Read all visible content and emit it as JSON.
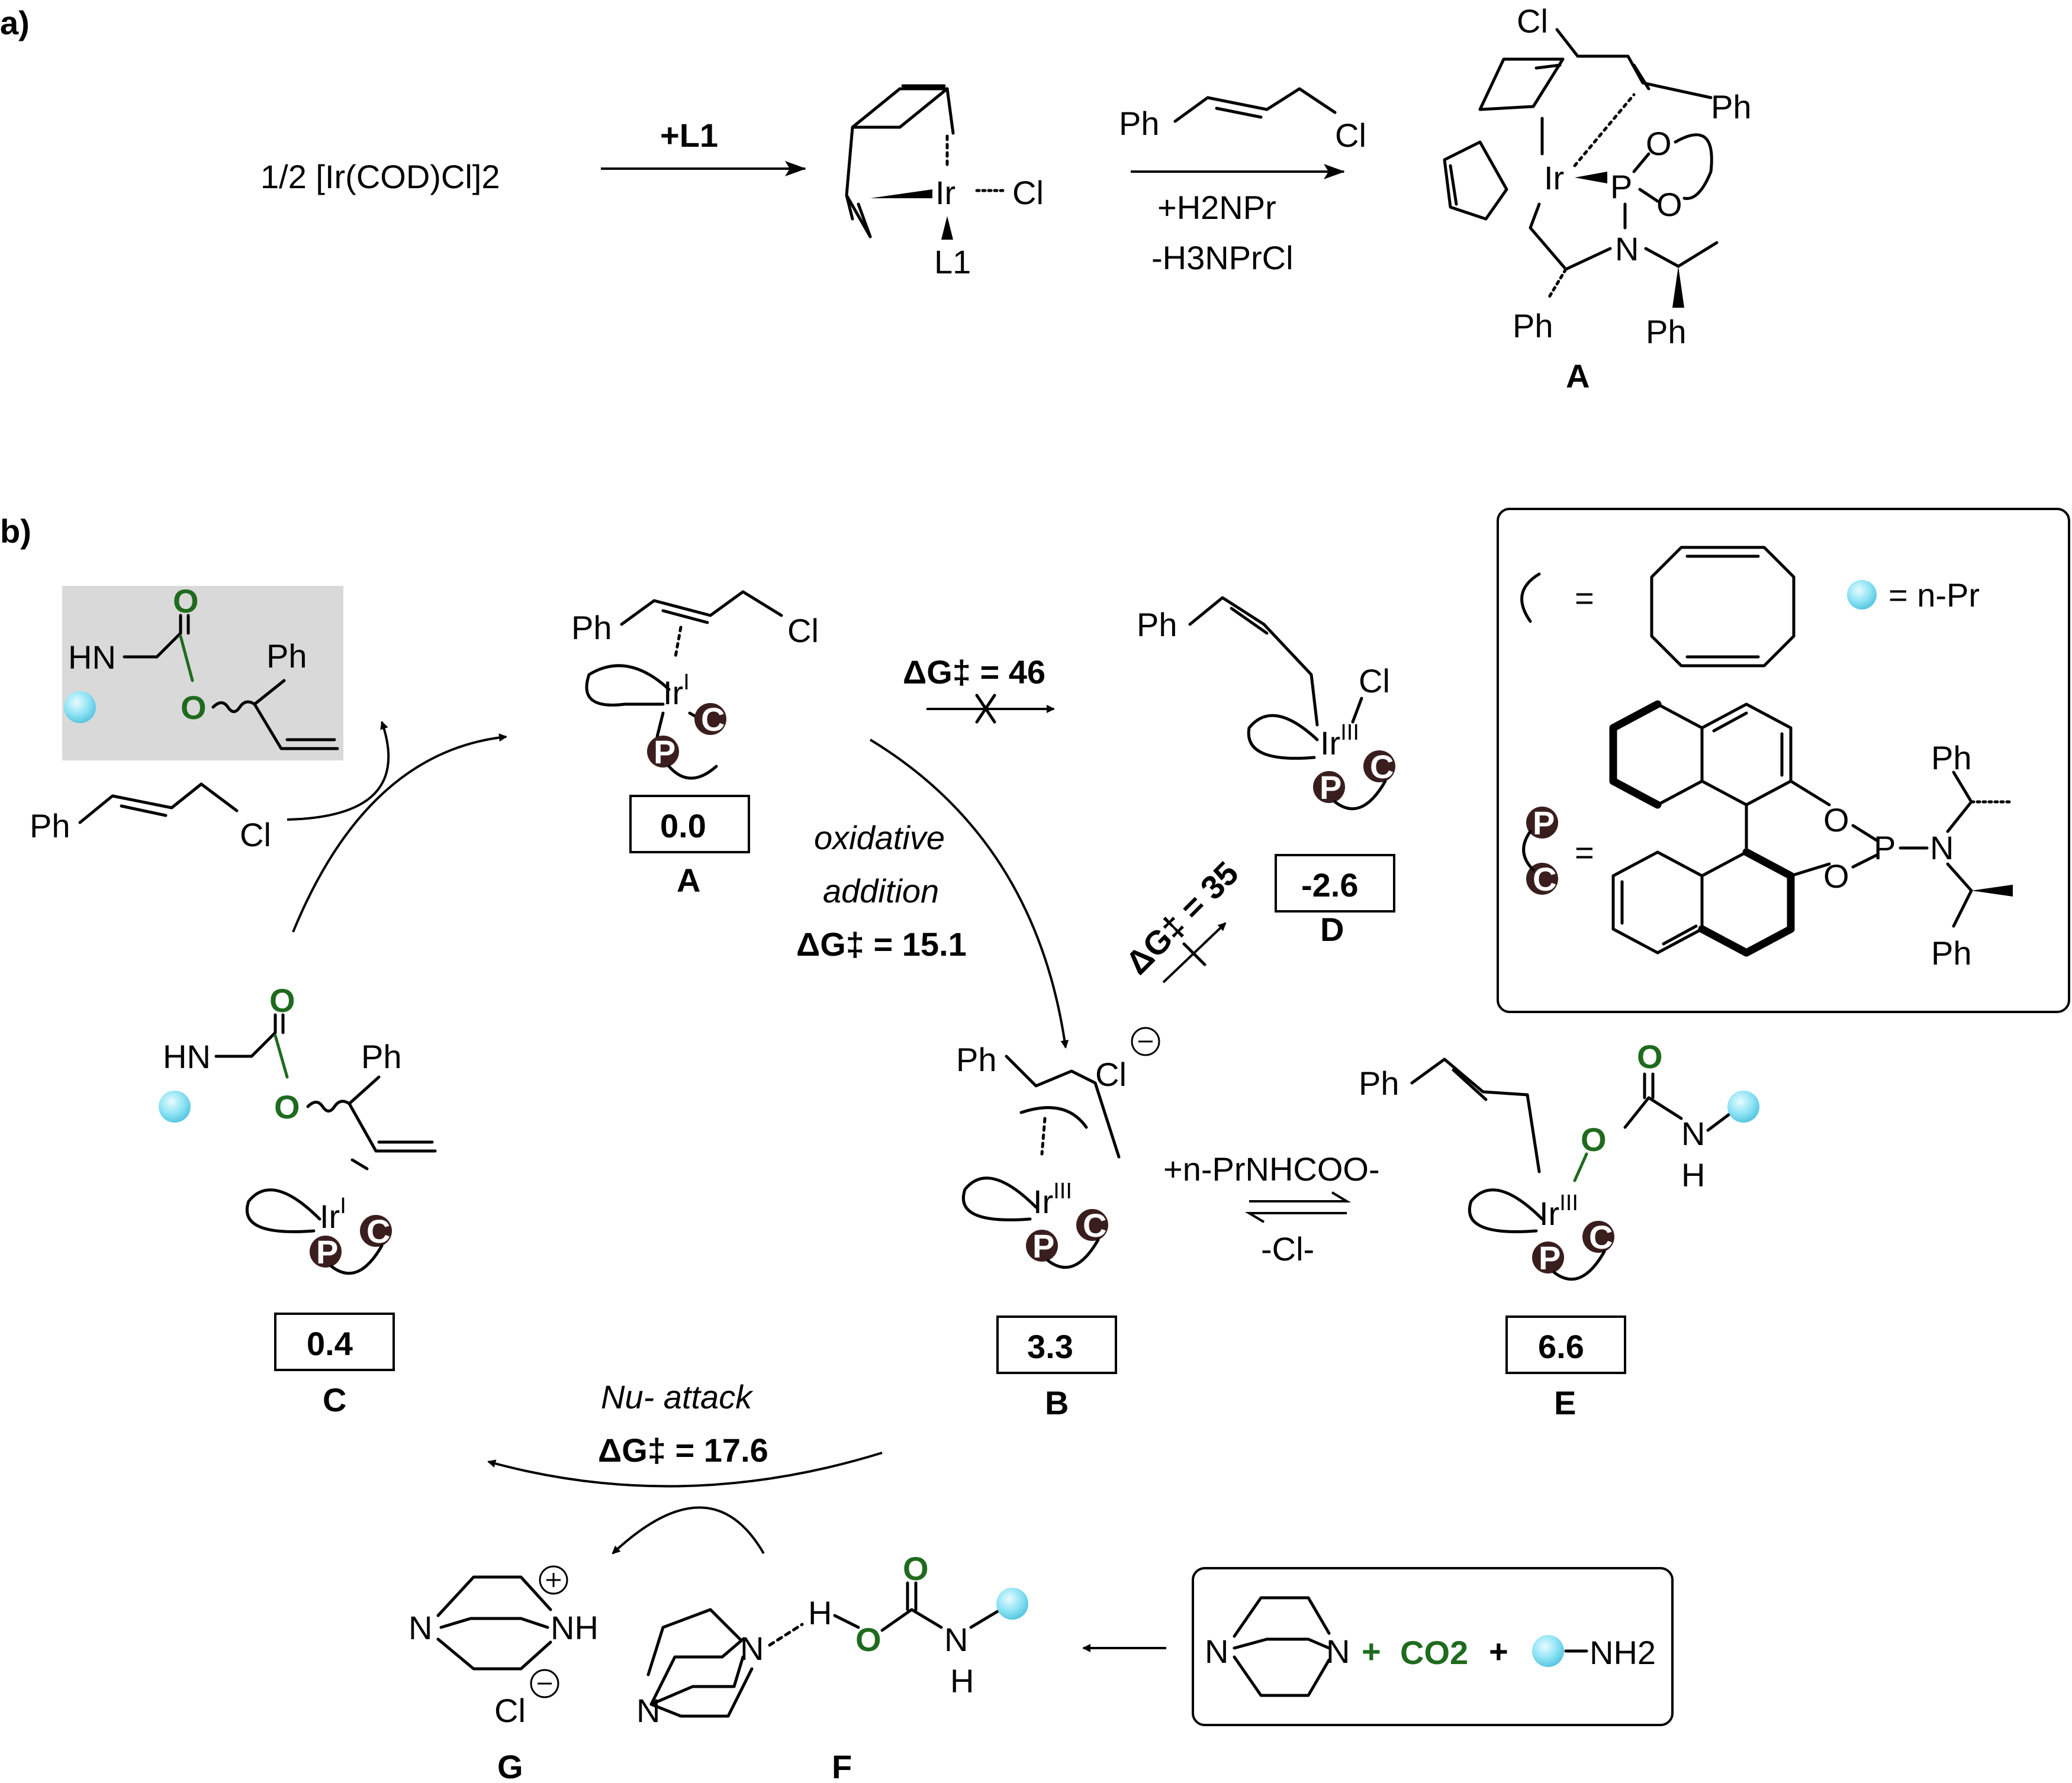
{
  "panel_labels": {
    "a": "a)",
    "b": "b)"
  },
  "panel_a": {
    "precursor": "1/2 [Ir(COD)Cl]2",
    "step1_reagent": "+L1",
    "complex_ir": "Ir",
    "complex_cl": "Cl",
    "complex_ligand": "L1",
    "step2_substrate_ph": "Ph",
    "step2_substrate_cl": "Cl",
    "step2_reagent_1": "+H2NPr",
    "step2_reagent_2": "-H3NPrCl",
    "product_atoms": {
      "cl": "Cl",
      "ph_top": "Ph",
      "ir": "Ir",
      "p": "P",
      "o1": "O",
      "o2": "O",
      "n": "N",
      "ph_left": "Ph",
      "ph_right": "Ph"
    },
    "product_label": "A"
  },
  "panel_b": {
    "intermediates": [
      {
        "id": "A",
        "energy": "0.0"
      },
      {
        "id": "D",
        "energy": "-2.6"
      },
      {
        "id": "B",
        "energy": "3.3"
      },
      {
        "id": "E",
        "energy": "6.6"
      },
      {
        "id": "C",
        "energy": "0.4"
      }
    ],
    "steps": {
      "a_to_d": "ΔG‡ = 46",
      "oxidative_1": "oxidative",
      "oxidative_2": "addition",
      "oxidative_dg": "ΔG‡ = 15.1",
      "b_to_d": "ΔG‡ = 35",
      "exchange_forward": "+n-PrNHCOO-",
      "exchange_back": "-Cl-",
      "nu_attack": "Nu- attack",
      "nu_dg": "ΔG‡ = 17.6"
    },
    "atoms": {
      "ph": "Ph",
      "cl": "Cl",
      "ir_i": "Ir",
      "ir_iii": "Ir",
      "sup_i": "I",
      "sup_iii": "III",
      "p": "P",
      "c": "C",
      "o": "O",
      "hn": "HN",
      "n": "N",
      "h": "H",
      "nh": "NH"
    },
    "legend": {
      "equals": "=",
      "npr": "= n-Pr",
      "binol": {
        "o1": "O",
        "o2": "O",
        "p": "P",
        "n": "N",
        "ph1": "Ph",
        "ph2": "Ph"
      }
    },
    "reagents_box": {
      "plus": "+",
      "co2": "CO2",
      "nh2": "NH2"
    },
    "other_labels": {
      "F": "F",
      "G": "G"
    }
  },
  "colors": {
    "oxygen": "#1e6b1e",
    "alkyl_dot": "#8ee3f5",
    "pc_badge": "#3a1e1e",
    "product_box": "#d9d9d9"
  }
}
